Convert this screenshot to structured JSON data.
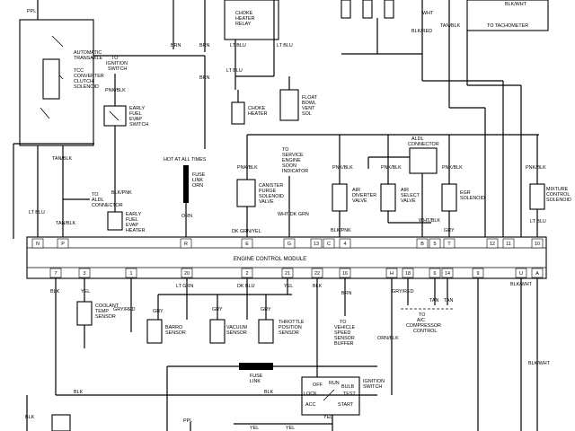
{
  "diagram": {
    "ecm": {
      "title": "ENGINE CONTROL MODULE",
      "top_pins": [
        "N",
        "P",
        "R",
        "E",
        "G",
        "13",
        "C",
        "4",
        "B",
        "5",
        "T",
        "12",
        "11",
        "10"
      ],
      "bottom_pins": [
        "7",
        "3",
        "1",
        "20",
        "2",
        "21",
        "22",
        "16",
        "H",
        "18",
        "6",
        "14",
        "9",
        "U",
        "A"
      ]
    },
    "components": {
      "transaxle_lines": [
        "AUTOMATIC",
        "TRANSAXLE"
      ],
      "tcc_lines": [
        "TCC",
        "CONVERTER",
        "CLUTCH",
        "SOLENOID"
      ],
      "ignition_to_lines": [
        "TO",
        "IGNITION",
        "SWITCH"
      ],
      "evap_switch_lines": [
        "EARLY",
        "FUEL",
        "EVAP",
        "SWITCH"
      ],
      "choke_relay_lines": [
        "CHOKE",
        "HEATER",
        "RELAY"
      ],
      "choke_heater_lines": [
        "CHOKE",
        "HEATER"
      ],
      "float_bowl_lines": [
        "FLOAT",
        "BOWL",
        "VENT",
        "SOL"
      ],
      "hot_at_all_times": "HOT AT ALL TIMES",
      "fuse_link_orn_lines": [
        "FUSE",
        "LINK",
        "ORN"
      ],
      "service_engine_lines": [
        "TO",
        "SERVICE",
        "ENGINE",
        "SOON",
        "INDICATOR"
      ],
      "aldl_connector_lines": [
        "ALDL",
        "CONNECTOR"
      ],
      "to_aldl_lines": [
        "TO",
        "ALDL",
        "CONNECTOR"
      ],
      "evap_heater_lines": [
        "EARLY",
        "FUEL",
        "EVAP",
        "HEATER"
      ],
      "canister_lines": [
        "CANISTER",
        "PURGE",
        "SOLENOID",
        "VALVE"
      ],
      "air_diverter_lines": [
        "AIR",
        "DIVERTER",
        "VALVE"
      ],
      "air_select_lines": [
        "AIR",
        "SELECT",
        "VALVE"
      ],
      "egr_lines": [
        "EGR",
        "SOLENOID"
      ],
      "mixture_lines": [
        "MIXTURE",
        "CONTROL",
        "SOLENOID"
      ],
      "tachometer": "TO TACHOMETER",
      "coolant_lines": [
        "COOLANT",
        "TEMP",
        "SENSOR"
      ],
      "baro_lines": [
        "BARRO",
        "SENSOR"
      ],
      "vacuum_lines": [
        "VACUUM",
        "SENSOR"
      ],
      "throttle_lines": [
        "THROTTLE",
        "POSITION",
        "SENSOR"
      ],
      "vehicle_speed_lines": [
        "TO",
        "VEHICLE",
        "SPEED",
        "SENSOR",
        "BUFFER"
      ],
      "ac_compressor_lines": [
        "TO",
        "A/C",
        "COMPRESSOR",
        "CONTROL"
      ],
      "fuse_link": [
        "FUSE",
        "LINK"
      ],
      "ignition_switch_lines": [
        "IGNITION",
        "SWITCH"
      ],
      "switch_positions": [
        "OFF",
        "RUN",
        "LOCK",
        "BULB",
        "TEST",
        "ACC",
        "START"
      ]
    },
    "wires": {
      "ppl": "PPL",
      "brn": "BRN",
      "lt_blu": "LT BLU",
      "wht": "WHT",
      "blk_wht": "BLK/WHT",
      "blk_red": "BLK/RED",
      "tan_blk": "TAN/BLK",
      "pnk_blk": "PNK/BLK",
      "blk_pnk": "BLK/PNK",
      "orn": "ORN",
      "dk_grn_yel": "DK GRN/YEL",
      "wht_dk_grn": "WHT/DK GRN",
      "wht_blk": "WHT/BLK",
      "gry": "GRY",
      "blk": "BLK",
      "yel": "YEL",
      "gry_red": "GRY/RED",
      "lt_grn": "LT GRN",
      "dk_blu": "DK BLU",
      "tan": "TAN",
      "orn_blk": "ORN/BLK"
    }
  }
}
